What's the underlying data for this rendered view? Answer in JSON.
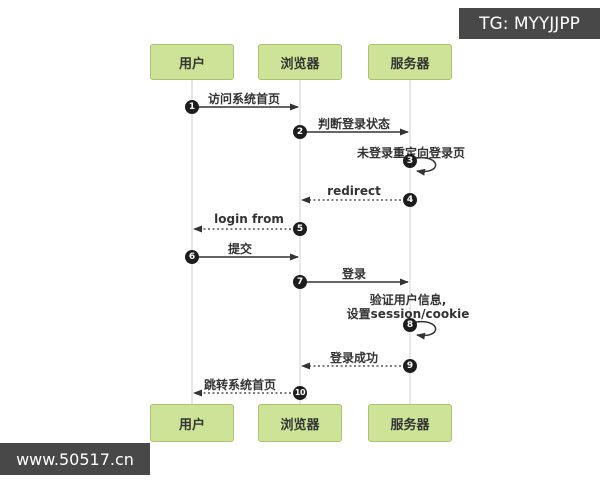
{
  "watermarks": {
    "tg_badge": "TG: MYYJJPP",
    "url_badge": "www.50517.cn"
  },
  "diagram": {
    "type": "sequence",
    "actors": [
      {
        "name": "用户"
      },
      {
        "name": "浏览器"
      },
      {
        "name": "服务器"
      }
    ],
    "messages": [
      {
        "num": "1",
        "label": "访问系统首页",
        "from": "用户",
        "to": "浏览器",
        "line": "solid"
      },
      {
        "num": "2",
        "label": "判断登录状态",
        "from": "浏览器",
        "to": "服务器",
        "line": "solid"
      },
      {
        "num": "3",
        "label": "未登录重定向登录页",
        "from": "服务器",
        "to": "服务器",
        "line": "self-loop"
      },
      {
        "num": "4",
        "label": "redirect",
        "from": "服务器",
        "to": "浏览器",
        "line": "dashed"
      },
      {
        "num": "5",
        "label": "login from",
        "from": "浏览器",
        "to": "用户",
        "line": "dashed"
      },
      {
        "num": "6",
        "label": "提交",
        "from": "用户",
        "to": "浏览器",
        "line": "solid"
      },
      {
        "num": "7",
        "label": "登录",
        "from": "浏览器",
        "to": "服务器",
        "line": "solid"
      },
      {
        "num": "8",
        "label_lines": [
          "验证用户信息,",
          "设置session/cookie"
        ],
        "from": "服务器",
        "to": "服务器",
        "line": "self-loop"
      },
      {
        "num": "9",
        "label": "登录成功",
        "from": "服务器",
        "to": "浏览器",
        "line": "dashed"
      },
      {
        "num": "10",
        "label": "跳转系统首页",
        "from": "浏览器",
        "to": "用户",
        "line": "dashed"
      }
    ],
    "colors": {
      "background": "#ffffff",
      "actor_fill": "#cde498",
      "actor_border": "#a9c36f",
      "text": "#333333",
      "lifeline": "#cfcfcf",
      "arrow": "#333333",
      "number_badge_bg": "#1d1d1d",
      "watermark_bg": "#484848",
      "watermark_text": "#ffffff"
    }
  }
}
